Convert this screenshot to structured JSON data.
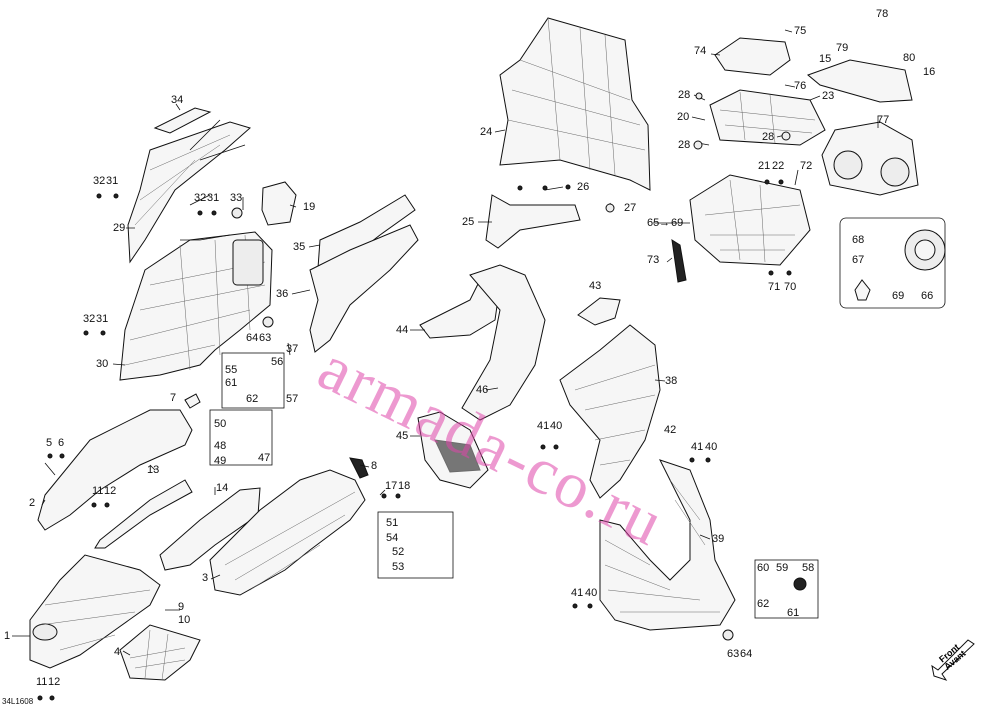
{
  "diagram": {
    "code": "34L1608",
    "watermark": "armada-co.ru",
    "direction_line1": "Front",
    "direction_line2": "Avant"
  },
  "callouts": [
    {
      "id": "c1",
      "text": "1"
    },
    {
      "id": "c2",
      "text": "2"
    },
    {
      "id": "c3",
      "text": "3"
    },
    {
      "id": "c4",
      "text": "4"
    },
    {
      "id": "c5",
      "text": "5"
    },
    {
      "id": "c6",
      "text": "6"
    },
    {
      "id": "c7",
      "text": "7"
    },
    {
      "id": "c8",
      "text": "8"
    },
    {
      "id": "c9",
      "text": "9"
    },
    {
      "id": "c10",
      "text": "10"
    },
    {
      "id": "c11a",
      "text": "11"
    },
    {
      "id": "c12a",
      "text": "12"
    },
    {
      "id": "c11b",
      "text": "11"
    },
    {
      "id": "c12b",
      "text": "12"
    },
    {
      "id": "c13",
      "text": "13"
    },
    {
      "id": "c14",
      "text": "14"
    },
    {
      "id": "c15",
      "text": "15"
    },
    {
      "id": "c16",
      "text": "16"
    },
    {
      "id": "c17",
      "text": "17"
    },
    {
      "id": "c18",
      "text": "18"
    },
    {
      "id": "c19",
      "text": "19"
    },
    {
      "id": "c20",
      "text": "20"
    },
    {
      "id": "c21",
      "text": "21"
    },
    {
      "id": "c22",
      "text": "22"
    },
    {
      "id": "c23",
      "text": "23"
    },
    {
      "id": "c24",
      "text": "24"
    },
    {
      "id": "c25",
      "text": "25"
    },
    {
      "id": "c26",
      "text": "26"
    },
    {
      "id": "c27",
      "text": "27"
    },
    {
      "id": "c28a",
      "text": "28"
    },
    {
      "id": "c28b",
      "text": "28"
    },
    {
      "id": "c28c",
      "text": "28"
    },
    {
      "id": "c29",
      "text": "29"
    },
    {
      "id": "c30",
      "text": "30"
    },
    {
      "id": "c31a",
      "text": "31"
    },
    {
      "id": "c31b",
      "text": "31"
    },
    {
      "id": "c31c",
      "text": "31"
    },
    {
      "id": "c32a",
      "text": "32"
    },
    {
      "id": "c32b",
      "text": "32"
    },
    {
      "id": "c32c",
      "text": "32"
    },
    {
      "id": "c33",
      "text": "33"
    },
    {
      "id": "c34",
      "text": "34"
    },
    {
      "id": "c35",
      "text": "35"
    },
    {
      "id": "c36",
      "text": "36"
    },
    {
      "id": "c37",
      "text": "37"
    },
    {
      "id": "c38",
      "text": "38"
    },
    {
      "id": "c39",
      "text": "39"
    },
    {
      "id": "c40a",
      "text": "40"
    },
    {
      "id": "c40b",
      "text": "40"
    },
    {
      "id": "c40c",
      "text": "40"
    },
    {
      "id": "c41a",
      "text": "41"
    },
    {
      "id": "c41b",
      "text": "41"
    },
    {
      "id": "c41c",
      "text": "41"
    },
    {
      "id": "c42",
      "text": "42"
    },
    {
      "id": "c43",
      "text": "43"
    },
    {
      "id": "c44",
      "text": "44"
    },
    {
      "id": "c45",
      "text": "45"
    },
    {
      "id": "c46",
      "text": "46"
    },
    {
      "id": "c47",
      "text": "47"
    },
    {
      "id": "c48",
      "text": "48"
    },
    {
      "id": "c49",
      "text": "49"
    },
    {
      "id": "c50",
      "text": "50"
    },
    {
      "id": "c51",
      "text": "51"
    },
    {
      "id": "c52",
      "text": "52"
    },
    {
      "id": "c53",
      "text": "53"
    },
    {
      "id": "c54",
      "text": "54"
    },
    {
      "id": "c55",
      "text": "55"
    },
    {
      "id": "c56",
      "text": "56"
    },
    {
      "id": "c57",
      "text": "57"
    },
    {
      "id": "c58",
      "text": "58"
    },
    {
      "id": "c59",
      "text": "59"
    },
    {
      "id": "c60",
      "text": "60"
    },
    {
      "id": "c61a",
      "text": "61"
    },
    {
      "id": "c61b",
      "text": "61"
    },
    {
      "id": "c62a",
      "text": "62"
    },
    {
      "id": "c62b",
      "text": "62"
    },
    {
      "id": "c63a",
      "text": "63"
    },
    {
      "id": "c63b",
      "text": "63"
    },
    {
      "id": "c64a",
      "text": "64"
    },
    {
      "id": "c64b",
      "text": "64"
    },
    {
      "id": "c65",
      "text": "65"
    },
    {
      "id": "c66",
      "text": "66"
    },
    {
      "id": "c67",
      "text": "67"
    },
    {
      "id": "c68",
      "text": "68"
    },
    {
      "id": "c69a",
      "text": "69"
    },
    {
      "id": "c69b",
      "text": "69"
    },
    {
      "id": "c70",
      "text": "70"
    },
    {
      "id": "c71",
      "text": "71"
    },
    {
      "id": "c72",
      "text": "72"
    },
    {
      "id": "c73",
      "text": "73"
    },
    {
      "id": "c74",
      "text": "74"
    },
    {
      "id": "c75",
      "text": "75"
    },
    {
      "id": "c76",
      "text": "76"
    },
    {
      "id": "c77",
      "text": "77"
    },
    {
      "id": "c78",
      "text": "78"
    },
    {
      "id": "c79",
      "text": "79"
    },
    {
      "id": "c80",
      "text": "80"
    }
  ]
}
